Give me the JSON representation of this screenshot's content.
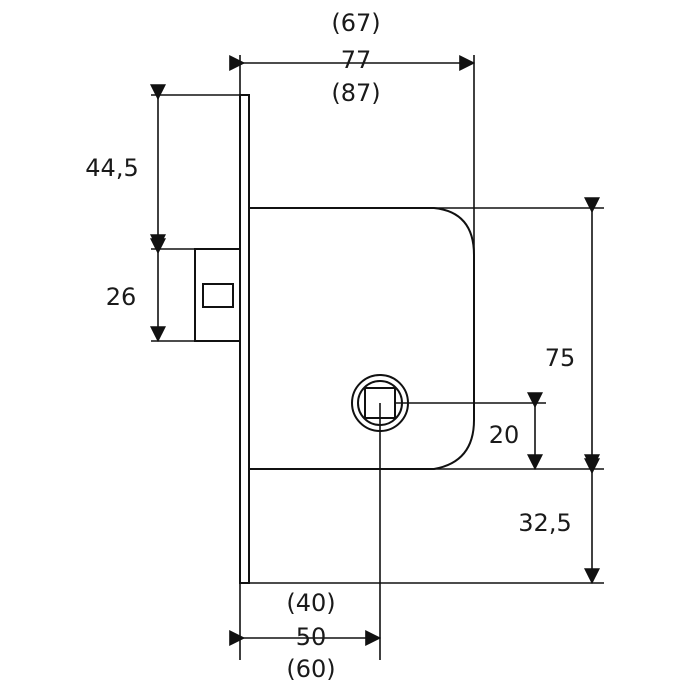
{
  "diagram": {
    "labels": {
      "top_upper": "(67)",
      "top_middle": "77",
      "top_lower": "(87)",
      "left_upper": "44,5",
      "left_lower": "26",
      "right_large": "75",
      "right_small": "20",
      "right_bottom": "32,5",
      "bottom_upper": "(40)",
      "bottom_middle": "50",
      "bottom_lower": "(60)"
    },
    "colors": {
      "ink": "#111111",
      "background": "#ffffff"
    }
  }
}
